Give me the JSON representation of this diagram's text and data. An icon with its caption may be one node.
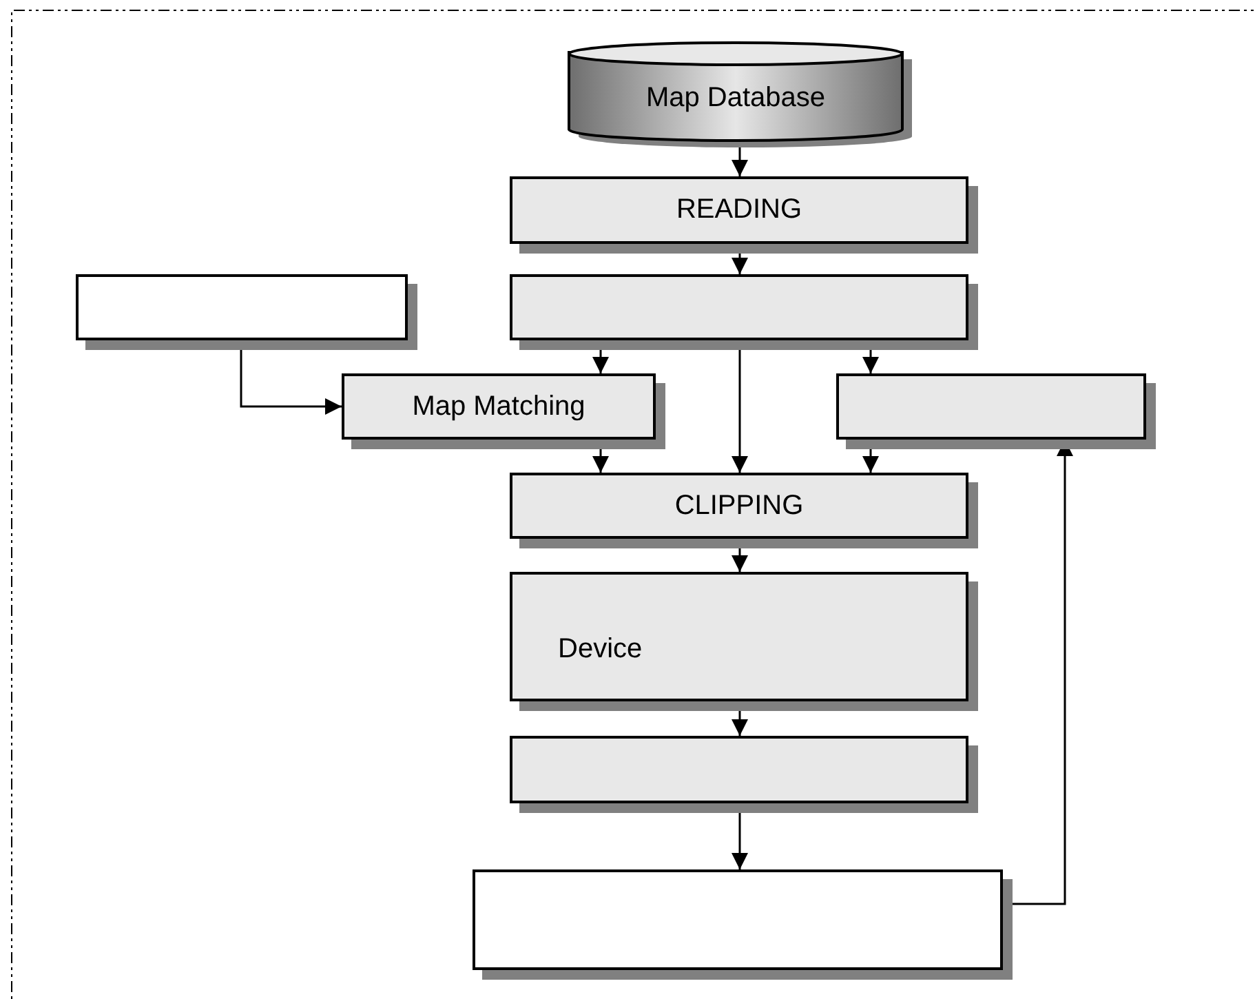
{
  "diagram": {
    "nodes": [
      {
        "text": [
          "Map Database"
        ]
      },
      {
        "text": [
          "READING"
        ]
      },
      {
        "text": [],
        "shape": "box"
      },
      {
        "text": [],
        "shape": "box"
      },
      {
        "text": [
          "Map Matching"
        ]
      },
      {
        "text": [],
        "shape": "box"
      },
      {
        "text": [
          "CLIPPING"
        ]
      },
      {
        "text": [
          "Device"
        ]
      },
      {
        "text": [],
        "shape": "box"
      },
      {
        "text": [],
        "shape": "box"
      }
    ],
    "edges": [
      {
        "from": 0,
        "to": 1,
        "arrow": "to"
      },
      {
        "from": 1,
        "to": 2,
        "arrow": "to"
      },
      {
        "from": 2,
        "to": 4,
        "arrow": "to"
      },
      {
        "from": 2,
        "to": 6,
        "arrow": "to"
      },
      {
        "from": 2,
        "to": 5,
        "arrow": "to"
      },
      {
        "from": 3,
        "to": 4,
        "arrow": "to"
      },
      {
        "from": 4,
        "to": 6,
        "arrow": "to"
      },
      {
        "from": 5,
        "to": 6,
        "arrow": "to"
      },
      {
        "from": 6,
        "to": 7,
        "arrow": "to"
      },
      {
        "from": 7,
        "to": 8,
        "arrow": "to"
      },
      {
        "from": 8,
        "to": 9,
        "arrow": "to"
      },
      {
        "from": 9,
        "to": 5,
        "arrow": "to"
      }
    ]
  }
}
